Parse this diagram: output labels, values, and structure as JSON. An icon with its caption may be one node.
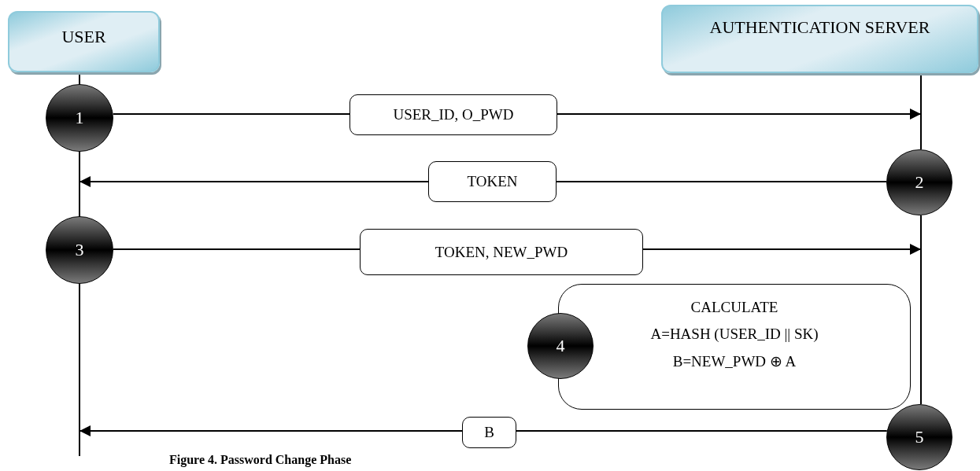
{
  "diagram": {
    "caption": "Figure 4. Password Change Phase",
    "nodes": [
      {
        "text": [
          "USER"
        ]
      },
      {
        "text": [
          "AUTHENTICATION SERVER"
        ]
      },
      {
        "text": [
          "1"
        ]
      },
      {
        "text": [
          "USER_ID, O_PWD"
        ]
      },
      {
        "text": [
          "TOKEN"
        ]
      },
      {
        "text": [
          "2"
        ]
      },
      {
        "text": [
          "3"
        ]
      },
      {
        "text": [
          "TOKEN, NEW_PWD"
        ]
      },
      {
        "text": [
          "CALCULATE",
          "A=HASH (USER_ID || SK)",
          "B=NEW_PWD ⊕ A"
        ]
      },
      {
        "text": [
          "4"
        ]
      },
      {
        "text": [
          "B"
        ]
      },
      {
        "text": [
          "5"
        ]
      }
    ],
    "edges": [
      {
        "from": 0,
        "to": 2,
        "arrow": "none"
      },
      {
        "from": 2,
        "to": 6,
        "arrow": "none"
      },
      {
        "from": 6,
        "to": null,
        "arrow": "none"
      },
      {
        "from": 1,
        "to": 5,
        "arrow": "none"
      },
      {
        "from": 5,
        "to": 11,
        "arrow": "none"
      },
      {
        "from": 2,
        "to": 3,
        "arrow": "none"
      },
      {
        "from": 3,
        "to": null,
        "arrow": "to"
      },
      {
        "from": 5,
        "to": 4,
        "arrow": "none"
      },
      {
        "from": 4,
        "to": null,
        "arrow": "to"
      },
      {
        "from": 6,
        "to": 7,
        "arrow": "none"
      },
      {
        "from": 7,
        "to": null,
        "arrow": "to"
      },
      {
        "from": 11,
        "to": 10,
        "arrow": "none"
      },
      {
        "from": 10,
        "to": null,
        "arrow": "to"
      }
    ]
  }
}
